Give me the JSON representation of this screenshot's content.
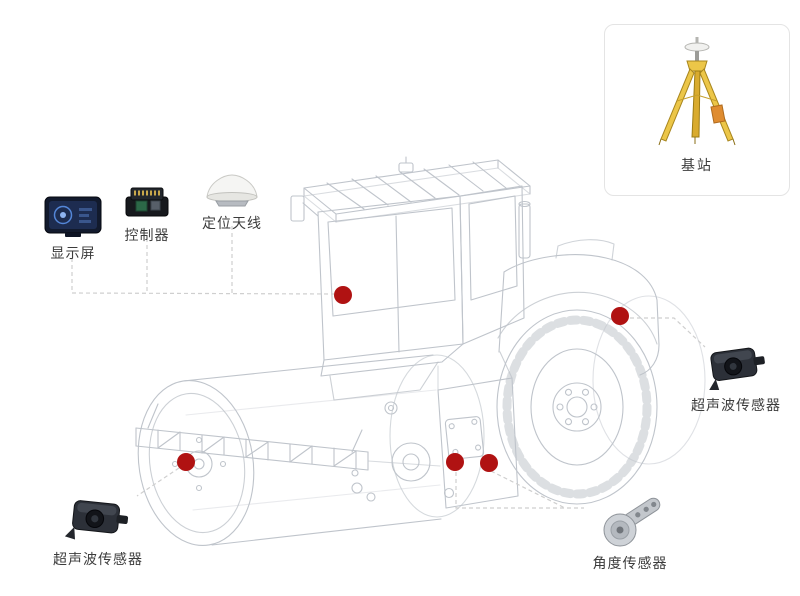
{
  "colors": {
    "marker": "#b01212",
    "line_art": "#bfc4cb",
    "connector": "#cfcfcf",
    "tripod": "#ecc648",
    "label_text": "#3c3c3c"
  },
  "components": {
    "display": {
      "label": "显示屏"
    },
    "controller": {
      "label": "控制器"
    },
    "antenna": {
      "label": "定位天线"
    },
    "base_station": {
      "label": "基站"
    },
    "ultrasonic_right": {
      "label": "超声波传感器"
    },
    "ultrasonic_left": {
      "label": "超声波传感器"
    },
    "angle_sensor": {
      "label": "角度传感器"
    }
  }
}
